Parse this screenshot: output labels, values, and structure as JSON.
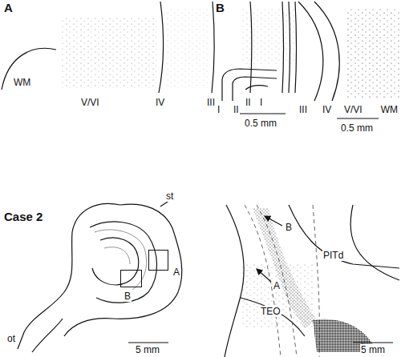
{
  "diagram": {
    "nodes": [
      {
        "text": [
          "A"
        ]
      },
      {
        "text": [
          "B"
        ]
      }
    ],
    "labels": [
      "A",
      "WM",
      "V/VI",
      "IV",
      "III",
      "II",
      "I",
      "0.5 mm",
      "B",
      "I",
      "II",
      "III",
      "IV",
      "V/VI",
      "WM",
      "0.5 mm",
      "Case 2",
      "st",
      "ot",
      "5 mm",
      "B",
      "PITd",
      "A",
      "TEO",
      "5 mm"
    ]
  }
}
